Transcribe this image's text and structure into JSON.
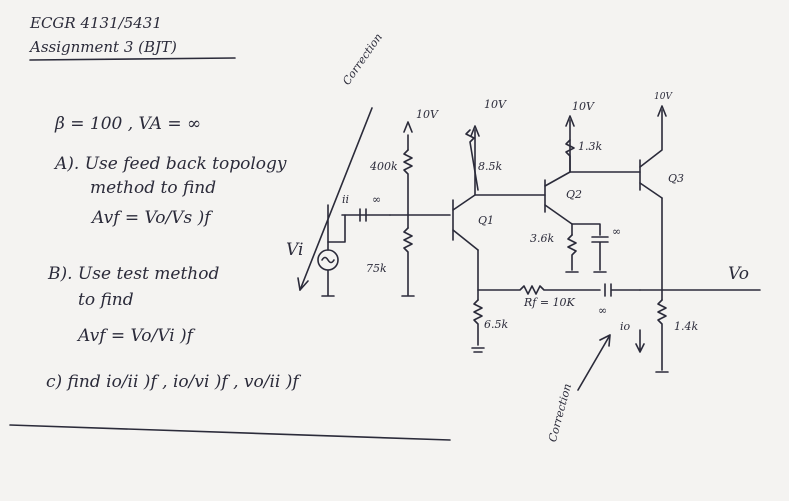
{
  "header": {
    "course": "ECGR 4131/5431",
    "assignment": "Assignment 3 (BJT)"
  },
  "params": "β = 100 , VA = ∞",
  "question_a": {
    "line1": "A). Use feed back topology",
    "line2": "method to find",
    "formula": "Avf = Vo/Vs )f"
  },
  "question_b": {
    "line1": "B). Use test method",
    "line2": "to find",
    "formula": "Avf = Vo/Vi )f"
  },
  "question_c": {
    "text": "c) find io/ii )f , io/vi )f , vo/ii )f"
  },
  "annotations": {
    "correction_top": "Correction",
    "correction_bottom": "Correction"
  },
  "circuit": {
    "v1": "10V",
    "v2": "10V",
    "v3": "10V",
    "v4": "10V",
    "r_400k": "400k",
    "r_75k": "75k",
    "r_8_5k": "8.5k",
    "r_1_3k": "1.3k",
    "r_3_6k": "3.6k",
    "r_6_5k": "6.5k",
    "r_1_4k": "1.4k",
    "rf": "Rf = 10K",
    "cap_inf_1": "∞",
    "cap_inf_2": "∞",
    "cap_inf_3": "∞",
    "q1": "Q1",
    "q2": "Q2",
    "q3": "Q3",
    "ii": "ii",
    "vi": "Vi",
    "io": "io",
    "vo": "Vo"
  }
}
